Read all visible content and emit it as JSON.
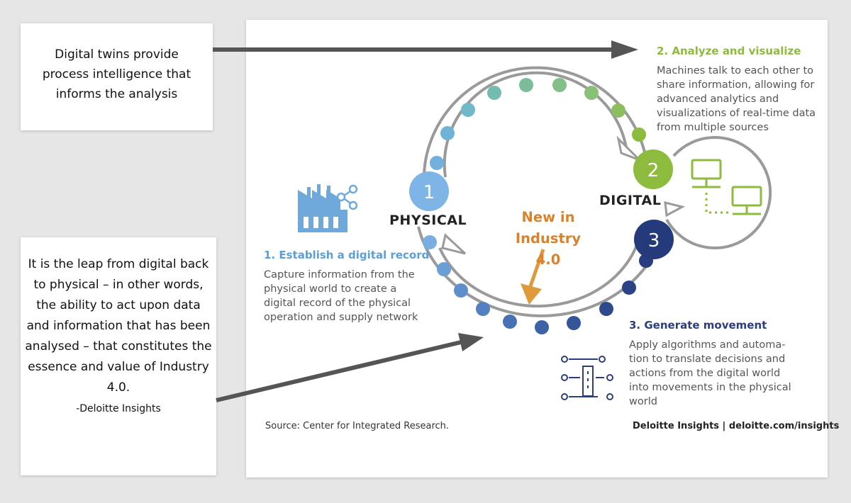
{
  "notes": {
    "top": "Digital twins provide process intelligence that informs the analysis",
    "bottom": "It is the leap from digital back to physical – in other words, the ability to act upon data and information that has been analysed – that constitutes the essence and value of Industry 4.0.",
    "bottom_author": "-Deloitte Insights"
  },
  "diagram": {
    "physical_label": "PHYSICAL",
    "digital_label": "DIGITAL",
    "center_label": "New in Industry 4.0",
    "nodes": [
      "1",
      "2",
      "3"
    ],
    "step1": {
      "title": "1. Establish a digital record",
      "body": "Capture information from the physical world to create a digital record of the physical operation and supply network"
    },
    "step2": {
      "title": "2. Analyze and visualize",
      "body": "Machines talk to each other to share information, allowing for advanced analytics and visualizations of real-time data from multiple sources"
    },
    "step3": {
      "title": "3. Generate movement",
      "body": "Apply algorithms and automa-tion to translate decisions and actions from the digital world into movements in the physical world"
    }
  },
  "footer": {
    "source": "Source: Center for Integrated Research.",
    "brand": "Deloitte Insights | deloitte.com/insights"
  },
  "colors": {
    "node1": "#7fb5e6",
    "node2": "#8dbb3e",
    "node3": "#253a7a",
    "accent_orange": "#d9822b",
    "step1_title": "#5b9fd9",
    "step2_title": "#8dbb3e",
    "step3_title": "#2c3e7c"
  }
}
